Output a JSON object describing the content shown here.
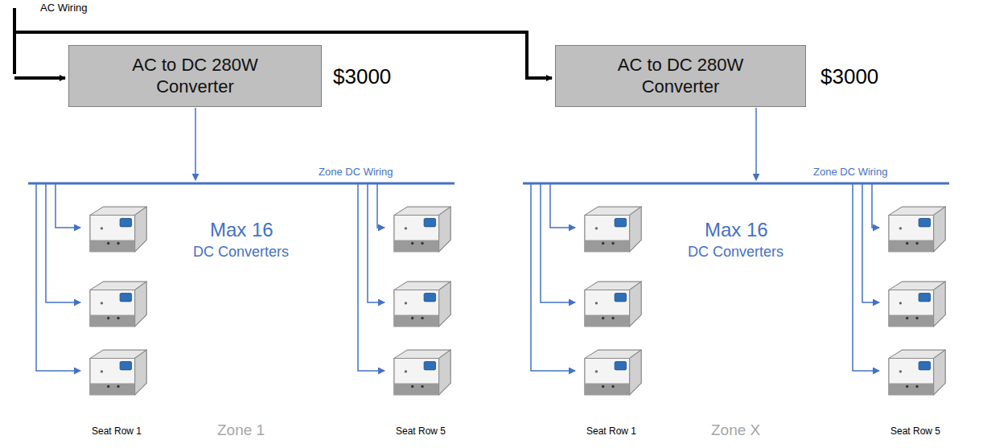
{
  "diagram": {
    "nodes": [
      {
        "text": [
          "AC to DC 280W Converter"
        ]
      },
      {
        "text": [
          "AC to DC 280W Converter"
        ]
      }
    ],
    "labels": [
      "AC Wiring",
      "$3000",
      "$3000",
      "Zone DC Wiring",
      "Zone DC Wiring",
      "Max 16",
      "DC Converters",
      "Max 16",
      "DC Converters",
      "Seat Row 1",
      "Zone 1",
      "Seat Row 5",
      "Seat Row 1",
      "Zone X",
      "Seat Row 5"
    ]
  }
}
